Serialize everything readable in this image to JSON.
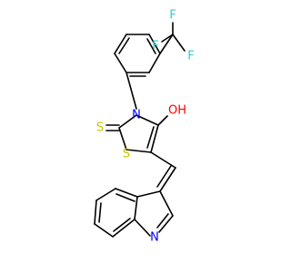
{
  "colors": {
    "bond": "#000000",
    "fluorine": "#33cccc",
    "sulfur": "#c6c600",
    "nitrogen": "#0000ff",
    "oxygen": "#ff0000",
    "background": "#ffffff"
  },
  "atoms": {
    "f_top": "F",
    "f_left": "F",
    "f_right": "F",
    "n_ring": "N",
    "hydroxyl": "OH",
    "thione_s": "S",
    "ring_s": "S",
    "indole_n": "N"
  }
}
